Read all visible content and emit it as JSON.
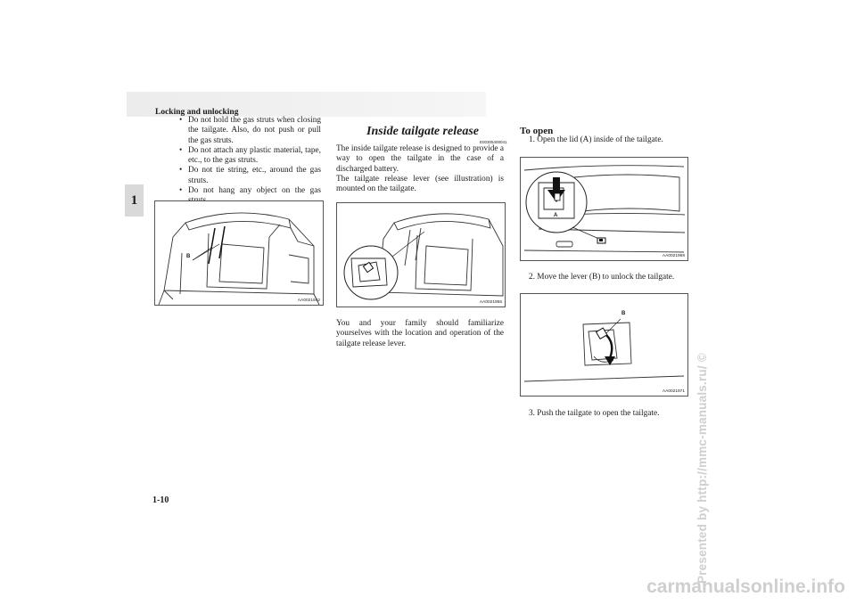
{
  "header": {
    "section_title": "Locking and unlocking",
    "chapter": "1",
    "page_number": "1-10"
  },
  "left_column": {
    "bullets": [
      "Do not hold the gas struts when closing the tailgate. Also, do not push or pull the gas struts.",
      "Do not attach any plastic material, tape, etc., to the gas struts.",
      "Do not tie string, etc., around the gas struts.",
      "Do not hang any object on the gas struts."
    ],
    "figure": {
      "code": "AA0021942",
      "label_b": "B"
    }
  },
  "middle_column": {
    "title": "Inside tailgate release",
    "code": "E00305400041",
    "paragraphs": [
      "The inside tailgate release is designed to provide a way to open the tailgate in the case of a discharged battery.",
      "The tailgate release lever (see illustration) is mounted on the tailgate."
    ],
    "figure": {
      "code": "AA0021955"
    },
    "closing_paragraph": "You and your family should familiarize yourselves with the location and operation of the tailgate release lever."
  },
  "right_column": {
    "title": "To open",
    "steps": [
      "1. Open the lid (A) inside of the tailgate.",
      "2. Move the lever (B) to unlock the tailgate.",
      "3. Push the tailgate to open the tailgate."
    ],
    "figure1": {
      "code": "AA0021968",
      "label_a": "A"
    },
    "figure2": {
      "code": "AA0021971",
      "label_b": "B"
    }
  },
  "credit": "Presented by http://mmc-manuals.ru/ ©",
  "watermark": "carmanualsonline.info"
}
